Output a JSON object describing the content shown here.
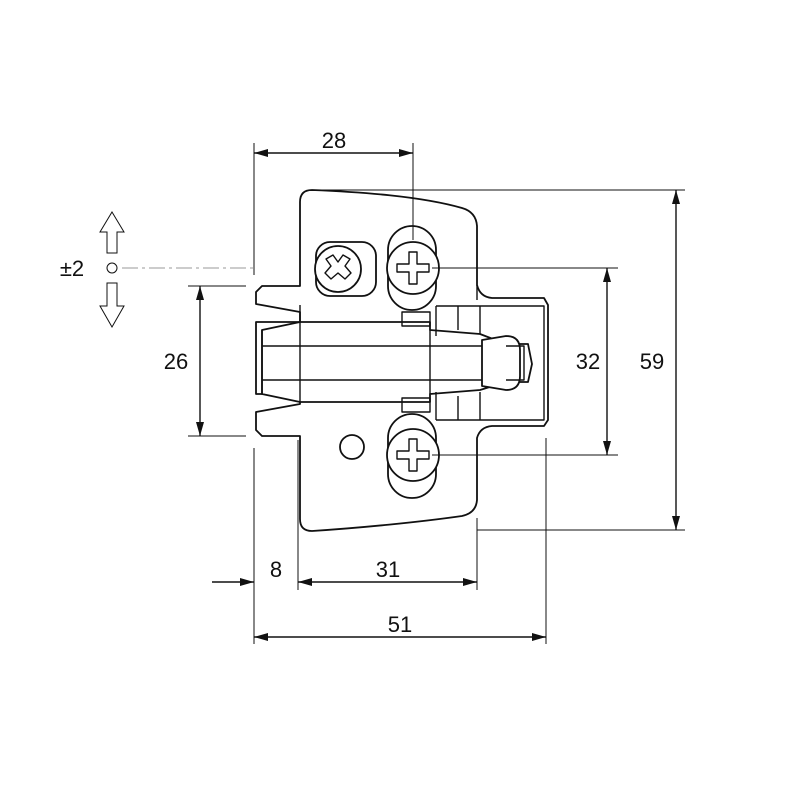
{
  "dimensions": {
    "top_width": "28",
    "left_height": "26",
    "screw_spacing": "32",
    "total_height": "59",
    "offset_left": "8",
    "offset_mid": "31",
    "total_width": "51",
    "adjustment": "±2"
  }
}
